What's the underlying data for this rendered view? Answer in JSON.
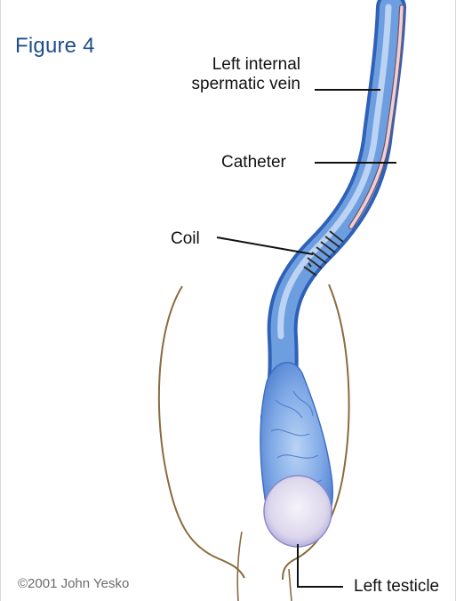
{
  "figure": {
    "title": "Figure 4"
  },
  "labels": {
    "vein_line1": "Left internal",
    "vein_line2": "spermatic vein",
    "catheter": "Catheter",
    "coil": "Coil",
    "testicle": "Left testicle"
  },
  "credit": "©2001 John Yesko",
  "colors": {
    "title": "#1f4e8c",
    "vein_fill": "#6d9fe0",
    "vein_dark": "#2f61b8",
    "vein_light": "#cfe0f7",
    "catheter": "#d8b5c3",
    "scrotum_outline": "#8a6b3f",
    "testicle_fill": "#e9e4f2"
  }
}
